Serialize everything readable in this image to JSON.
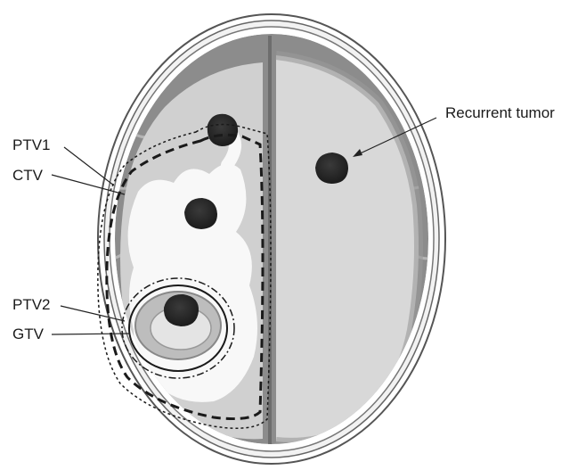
{
  "labels": {
    "ptv1": "PTV1",
    "ctv": "CTV",
    "ptv2": "PTV2",
    "gtv": "GTV",
    "recurrent_tumor": "Recurrent tumor"
  },
  "colors": {
    "skull_outline": "#555555",
    "cortex": "#8c8c8c",
    "white_matter": "#d8d8d8",
    "edema": "#f7f7f7",
    "tumor": "#2b2b2b",
    "contour": "#1a1a1a"
  }
}
